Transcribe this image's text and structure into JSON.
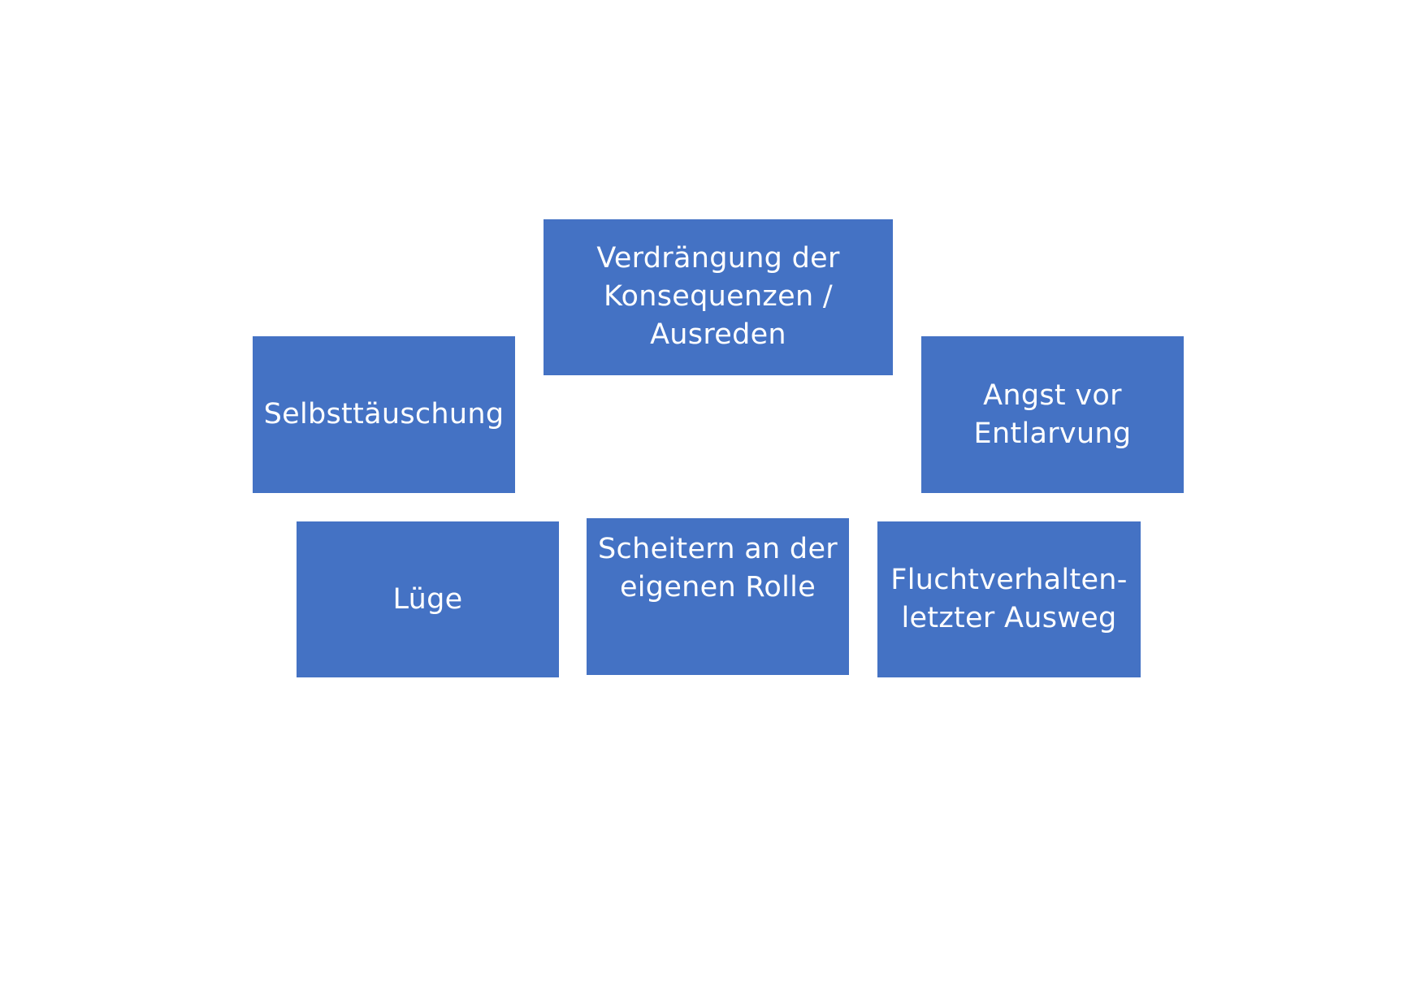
{
  "diagram": {
    "boxes": [
      {
        "id": "verdraengung",
        "text": "Verdrängung der\nKonsequenzen /\nAusreden"
      },
      {
        "id": "selbsttaeuschung",
        "text": "Selbsttäuschung"
      },
      {
        "id": "angst",
        "text": "Angst vor\nEntlarvung"
      },
      {
        "id": "luege",
        "text": "Lüge"
      },
      {
        "id": "scheitern",
        "text": "Scheitern an der\neigenen Rolle"
      },
      {
        "id": "flucht",
        "text": "Fluchtverhalten-\nletzter Ausweg"
      }
    ],
    "colors": {
      "box_fill": "#4472c4",
      "box_text": "#ffffff",
      "background": "#ffffff"
    }
  }
}
